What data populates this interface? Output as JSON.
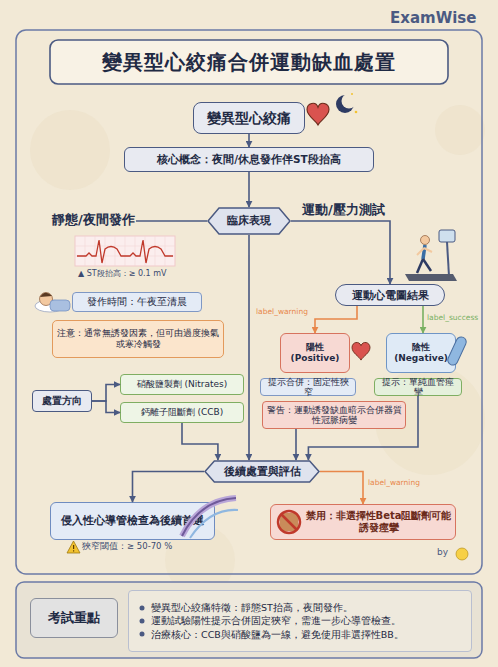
{
  "diagram": {
    "title": "變異型心絞痛合併運動缺血處置",
    "nodes": [
      {
        "text": [
          "變異型心絞痛"
        ]
      },
      {
        "text": [
          "核心概念：夜間/休息發作伴ST段抬高"
        ]
      },
      {
        "text": [
          "臨床表現"
        ]
      },
      {
        "text": [
          "發作時間：午夜至清晨"
        ]
      },
      {
        "text": [
          "注意：通常無誘發因素，但可由過度換氣或寒冷觸發"
        ]
      },
      {
        "text": [
          "處置方向"
        ]
      },
      {
        "text": [
          "硝酸鹽製劑 (Nitrates)"
        ]
      },
      {
        "text": [
          "鈣離子阻斷劑 (CCB)"
        ]
      },
      {
        "text": [
          "運動心電圖結果"
        ]
      },
      {
        "text": [
          "陽性 (Positive)"
        ]
      },
      {
        "text": [
          "陰性 (Negative)"
        ]
      },
      {
        "text": [
          "提示合併：固定性狹窄"
        ]
      },
      {
        "text": [
          "警告：運動誘發缺血暗示合併器質性冠脈病變"
        ]
      },
      {
        "text": [
          "提示：單純血管痙攣"
        ]
      },
      {
        "text": [
          "後續處置與評估"
        ]
      },
      {
        "text": [
          "侵入性心導管檢查為後續首選"
        ]
      },
      {
        "text": [
          "禁用：非選擇性Beta阻斷劑可能誘發痙攣"
        ]
      },
      {
        "text": [
          "考試重點"
        ]
      },
      {
        "text": [
          "變異型心絞痛特徵：靜態ST抬高，夜間發作。",
          "運動試驗陽性提示合併固定狹窄，需進一步心導管檢查。",
          "治療核心：CCB與硝酸鹽為一線，避免使用非選擇性BB。"
        ]
      }
    ],
    "edges": [
      {
        "from": 0,
        "to": 1,
        "arrow": "to"
      },
      {
        "from": 1,
        "to": 2,
        "arrow": "to"
      },
      {
        "from": 2,
        "to": 8,
        "arrow": "to"
      },
      {
        "from": 5,
        "to": 6,
        "arrow": "to"
      },
      {
        "from": 5,
        "to": 7,
        "arrow": "to"
      },
      {
        "from": 8,
        "to": 9,
        "label": "label_warning",
        "arrow": "to"
      },
      {
        "from": 8,
        "to": 10,
        "label": "label_success",
        "arrow": "to"
      },
      {
        "from": 2,
        "to": 14,
        "arrow": "to"
      },
      {
        "from": 7,
        "to": 14,
        "arrow": "to"
      },
      {
        "from": 12,
        "to": 14,
        "arrow": "to"
      },
      {
        "from": 13,
        "to": 14,
        "arrow": "to"
      },
      {
        "from": 14,
        "to": 15,
        "arrow": "to"
      },
      {
        "from": 14,
        "to": 16,
        "label": "label_warning",
        "arrow": "to"
      }
    ],
    "labels": [
      "ExamWise",
      "靜態/夜間發作",
      "運動/壓力測試",
      "▲ ST段抬高：≥ 0.1 mV",
      "狹窄閾值：≥ 50-70 %",
      "by"
    ]
  }
}
